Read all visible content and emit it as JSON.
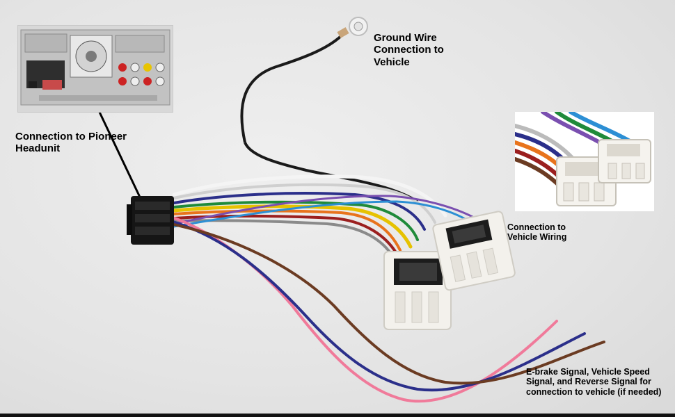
{
  "labels": {
    "ground_wire": "Ground Wire Connection to Vehicle",
    "headunit": "Connection to Pioneer Headunit",
    "vehicle_wiring": "Connection to Vehicle Wiring",
    "signals": "E-brake Signal, Vehicle Speed Signal, and Reverse Signal for connection to vehicle (if needed)"
  },
  "colors": {
    "background": "#e6e6e6",
    "wire_black": "#1a1a1a",
    "wire_pink": "#f07a9a",
    "wire_brown": "#6b3b22",
    "wire_blue": "#2b2f8a",
    "wire_yellow": "#e6c200",
    "wire_orange": "#e8731c",
    "wire_green": "#1f8a3a",
    "wire_white": "#f4f4f4",
    "connector_white": "#f3f1ec"
  }
}
